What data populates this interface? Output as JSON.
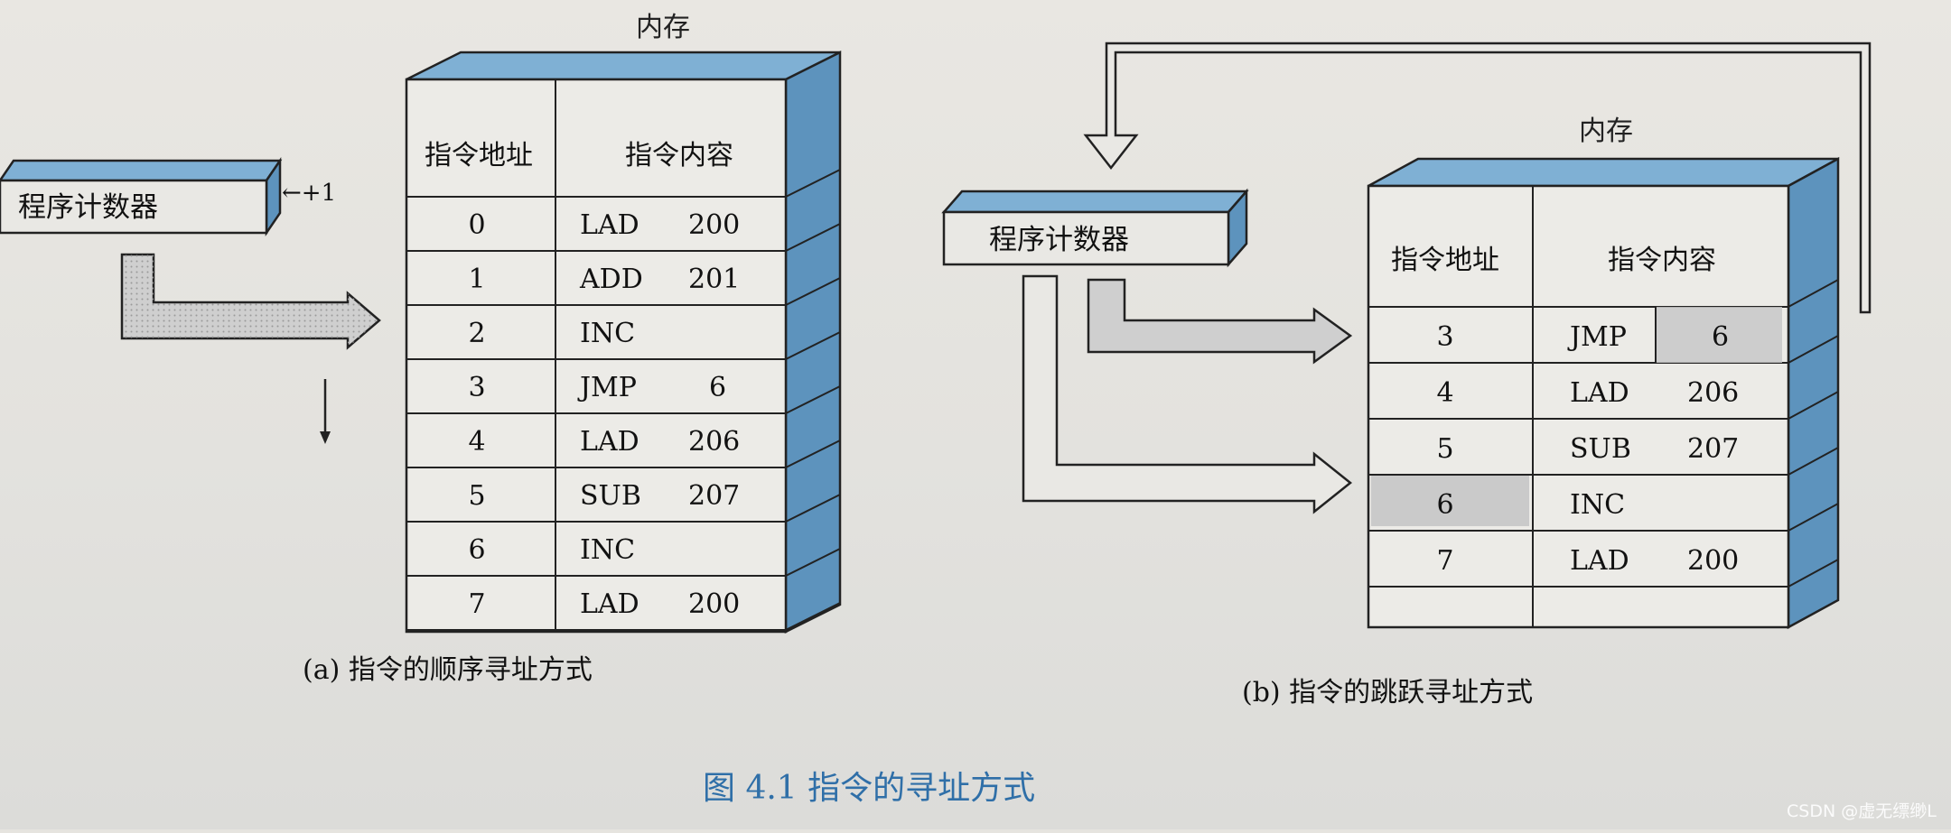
{
  "diagram_a": {
    "memory_label": "内存",
    "pc_label": "程序计数器",
    "increment_label": "←+1",
    "col_address": "指令地址",
    "col_content": "指令内容",
    "rows": [
      {
        "addr": "0",
        "op": "LAD",
        "arg": "200"
      },
      {
        "addr": "1",
        "op": "ADD",
        "arg": "201"
      },
      {
        "addr": "2",
        "op": "INC",
        "arg": ""
      },
      {
        "addr": "3",
        "op": "JMP",
        "arg": "6"
      },
      {
        "addr": "4",
        "op": "LAD",
        "arg": "206"
      },
      {
        "addr": "5",
        "op": "SUB",
        "arg": "207"
      },
      {
        "addr": "6",
        "op": "INC",
        "arg": ""
      },
      {
        "addr": "7",
        "op": "LAD",
        "arg": "200"
      }
    ],
    "caption": "(a) 指令的顺序寻址方式"
  },
  "diagram_b": {
    "memory_label": "内存",
    "pc_label": "程序计数器",
    "col_address": "指令地址",
    "col_content": "指令内容",
    "rows": [
      {
        "addr": "3",
        "op": "JMP",
        "arg": "6"
      },
      {
        "addr": "4",
        "op": "LAD",
        "arg": "206"
      },
      {
        "addr": "5",
        "op": "SUB",
        "arg": "207"
      },
      {
        "addr": "6",
        "op": "INC",
        "arg": ""
      },
      {
        "addr": "7",
        "op": "LAD",
        "arg": "200"
      }
    ],
    "caption": "(b) 指令的跳跃寻址方式"
  },
  "figure_title": "图 4.1    指令的寻址方式",
  "watermark": "CSDN @虚无缥缈L",
  "colors": {
    "box_face": "#7fb0d4",
    "box_side": "#5d93bd",
    "title_blue": "#2f6fa8",
    "line": "#222222",
    "highlight": "#c8c8c8"
  }
}
